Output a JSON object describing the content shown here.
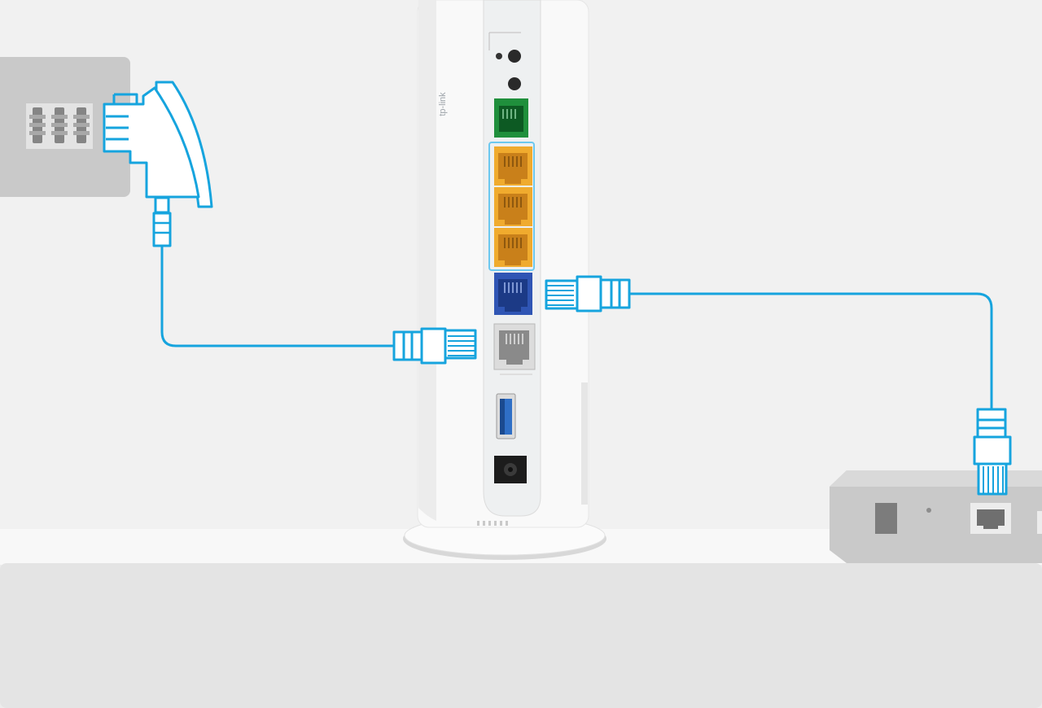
{
  "router": {
    "brand_text": "tp-link",
    "ports": [
      "dsl-port",
      "lan-port-1",
      "lan-port-2",
      "lan-port-3",
      "wan-port",
      "lan-port-4",
      "usb-port",
      "power-port"
    ]
  },
  "colors": {
    "wall": "#f1f1f1",
    "shelf_front": "#e4e4e4",
    "cable": "#16a4de",
    "dsl_port": "#1f8f3c",
    "lan_ports": "#f0ab2e",
    "wan_port": "#2f55b4",
    "gray_port": "#b8b8b8",
    "usb_port": "#2f6fc6"
  },
  "icons": {
    "wall_socket": "phone-wall-socket-icon",
    "splitter": "dsl-splitter-icon",
    "connector": "rj45-plug-icon",
    "modem": "modem-box-icon"
  }
}
